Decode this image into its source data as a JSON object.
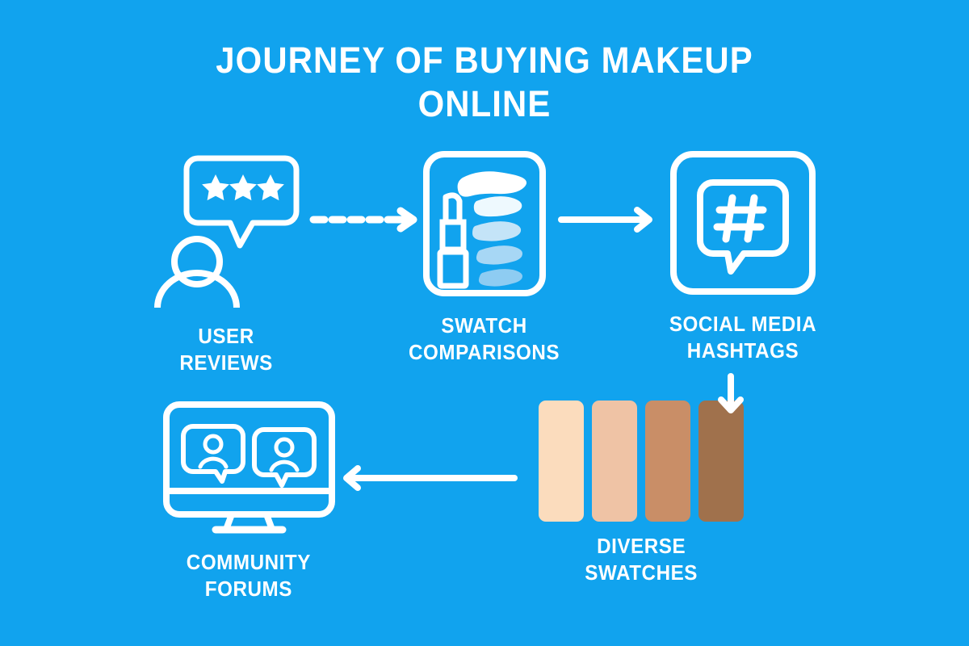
{
  "page": {
    "title": "JOURNEY OF BUYING MAKEUP\nONLINE",
    "background_color": "#11a3ee",
    "text_color": "#ffffff"
  },
  "steps": [
    {
      "id": "user-reviews",
      "order": 1,
      "label": "USER\nREVIEWS",
      "icon": "review-stars-person-icon"
    },
    {
      "id": "swatch-comparisons",
      "order": 2,
      "label": "SWATCH\nCOMPARISONS",
      "icon": "lipstick-swatch-card-icon"
    },
    {
      "id": "social-media-hashtags",
      "order": 3,
      "label": "SOCIAL MEDIA\nHASHTAGS",
      "icon": "hashtag-speech-bubble-icon"
    },
    {
      "id": "diverse-swatches",
      "order": 4,
      "label": "DIVERSE\nSWATCHES",
      "icon": "skin-tone-swatches-icon"
    },
    {
      "id": "community-forums",
      "order": 5,
      "label": "COMMUNITY\nFORUMS",
      "icon": "monitor-chat-avatars-icon"
    }
  ],
  "connectors": [
    {
      "id": "arrow-dashed-1",
      "icon": "dashed-arrow-right-icon",
      "from": "user-reviews",
      "to": "swatch-comparisons",
      "style": "dashed",
      "direction": "right"
    },
    {
      "id": "arrow-solid-2",
      "icon": "arrow-right-icon",
      "from": "swatch-comparisons",
      "to": "social-media-hashtags",
      "style": "solid",
      "direction": "right"
    },
    {
      "id": "arrow-down-3",
      "icon": "arrow-down-icon",
      "from": "social-media-hashtags",
      "to": "diverse-swatches",
      "style": "solid",
      "direction": "down"
    },
    {
      "id": "arrow-left-4",
      "icon": "arrow-left-icon",
      "from": "diverse-swatches",
      "to": "community-forums",
      "style": "solid",
      "direction": "left"
    }
  ],
  "swatch_chips": [
    {
      "name": "fair",
      "color": "#fbdcbd"
    },
    {
      "name": "light-medium",
      "color": "#efc3a5"
    },
    {
      "name": "tan",
      "color": "#c98e67"
    },
    {
      "name": "deep",
      "color": "#a0714c"
    }
  ],
  "swatch_card_strokes": [
    {
      "name": "stroke-1",
      "color": "#ffffff",
      "opacity": 1.0
    },
    {
      "name": "stroke-2",
      "color": "#ffffff",
      "opacity": 0.93
    },
    {
      "name": "stroke-3",
      "color": "#d4e9f8",
      "opacity": 0.9
    },
    {
      "name": "stroke-4",
      "color": "#b8ddf5",
      "opacity": 0.85
    },
    {
      "name": "stroke-5",
      "color": "#9fd2f2",
      "opacity": 0.8
    }
  ],
  "review_rating": {
    "stars_shown": 3,
    "star_color": "#ffffff"
  }
}
